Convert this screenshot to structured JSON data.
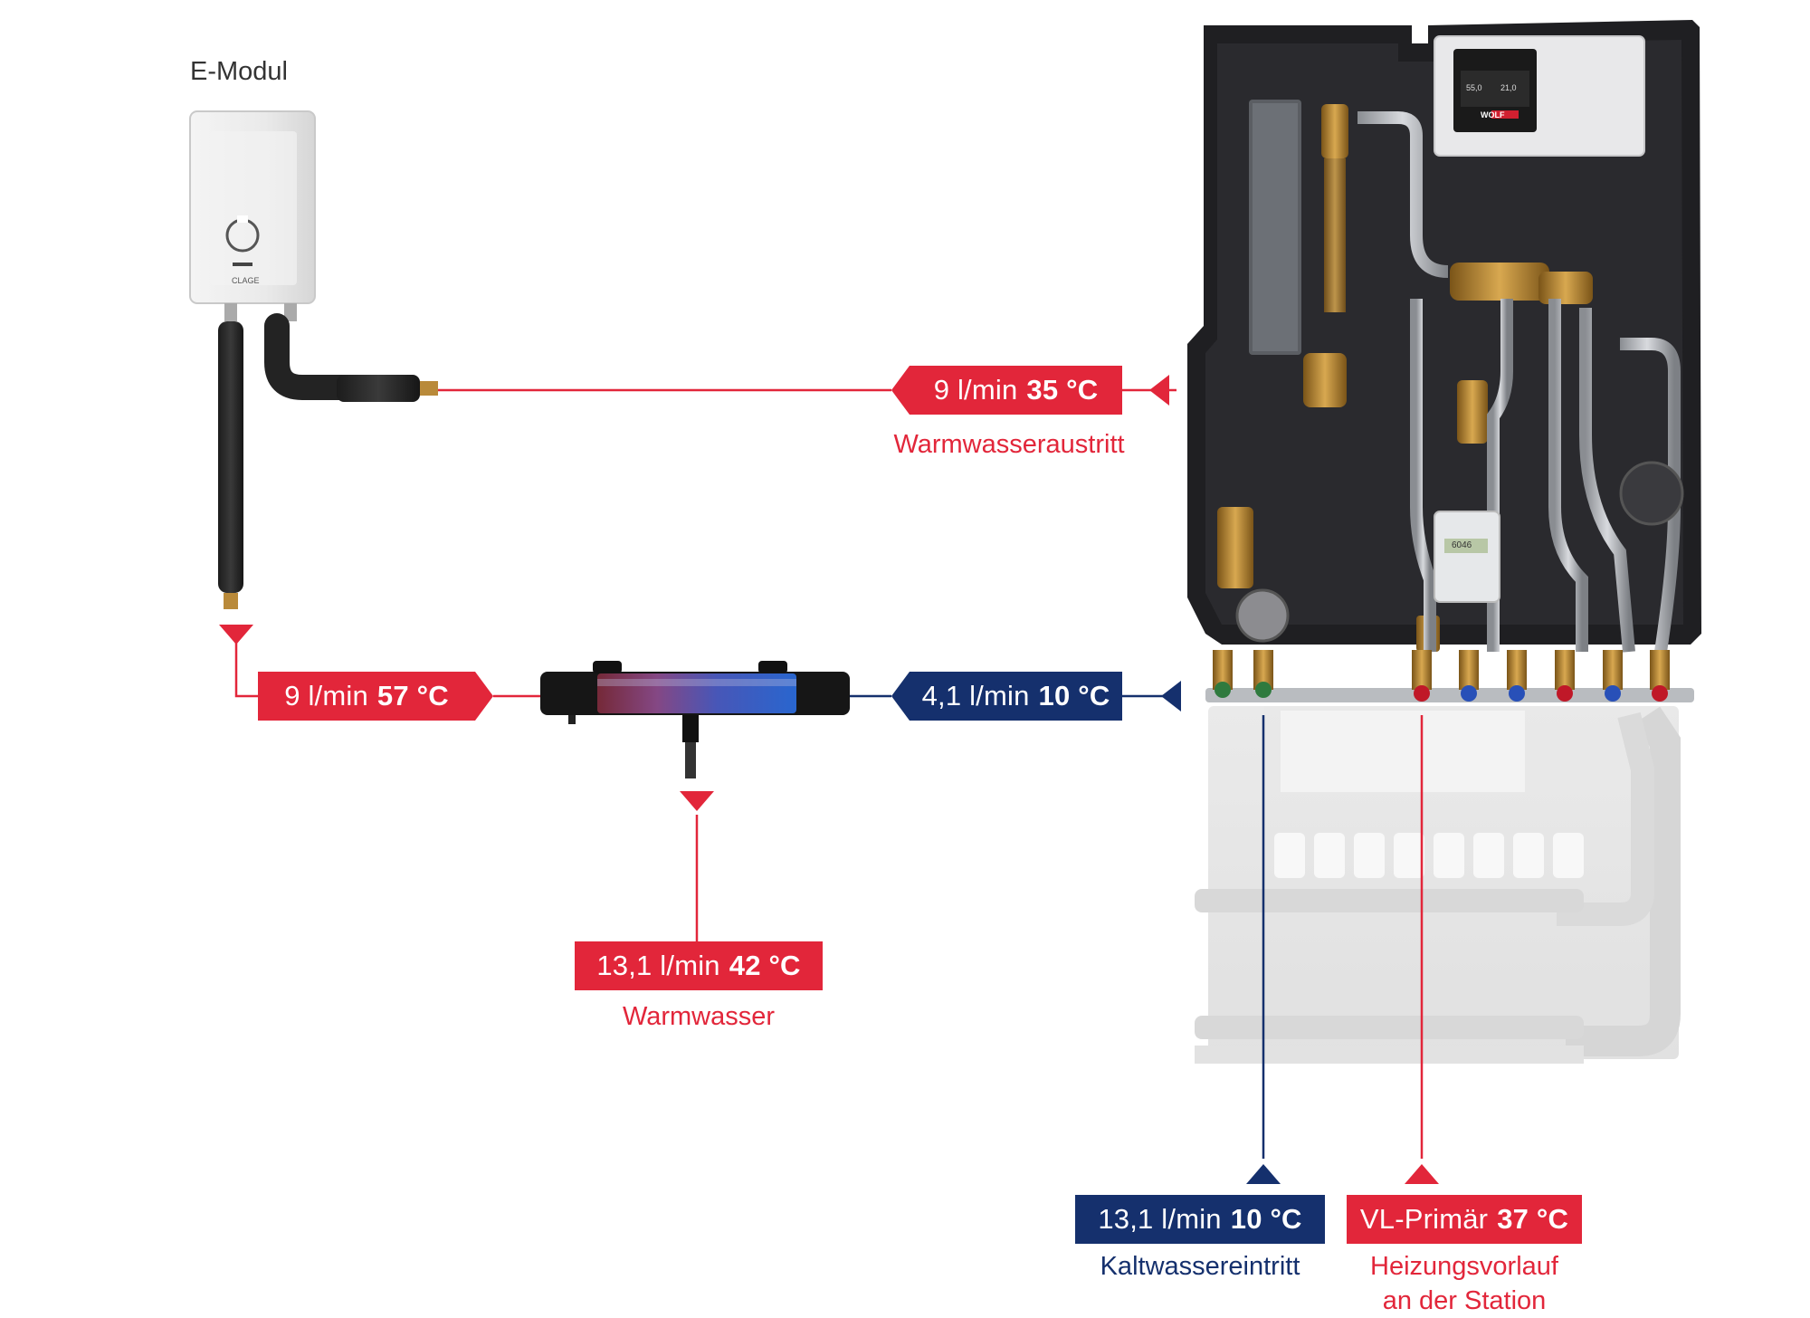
{
  "emodul": {
    "title": "E-Modul",
    "brand": "CLAGE"
  },
  "station": {
    "brand": "WOLF",
    "display_left": "55,0",
    "display_right": "21,0",
    "meter_display": "6046"
  },
  "flows": {
    "hot_outlet": {
      "rate": "9 l/min",
      "temp": "35 °C",
      "caption": "Warmwasseraustritt"
    },
    "emodul_out": {
      "rate": "9 l/min",
      "temp": "57 °C"
    },
    "cold_in_mixer": {
      "rate": "4,1 l/min",
      "temp": "10 °C"
    },
    "mixed_hot": {
      "rate": "13,1 l/min",
      "temp": "42 °C",
      "caption": "Warmwasser"
    },
    "cold_supply": {
      "rate": "13,1 l/min",
      "temp": "10 °C",
      "caption": "Kaltwassereintritt"
    },
    "primary_flow": {
      "rate": "VL-Primär",
      "temp": "37 °C",
      "caption_line1": "Heizungsvorlauf",
      "caption_line2": "an der Station"
    }
  },
  "colors": {
    "hot": "#e2263a",
    "cold": "#15306d",
    "station_dark": "#1f1f22",
    "brass": "#b8862e"
  }
}
